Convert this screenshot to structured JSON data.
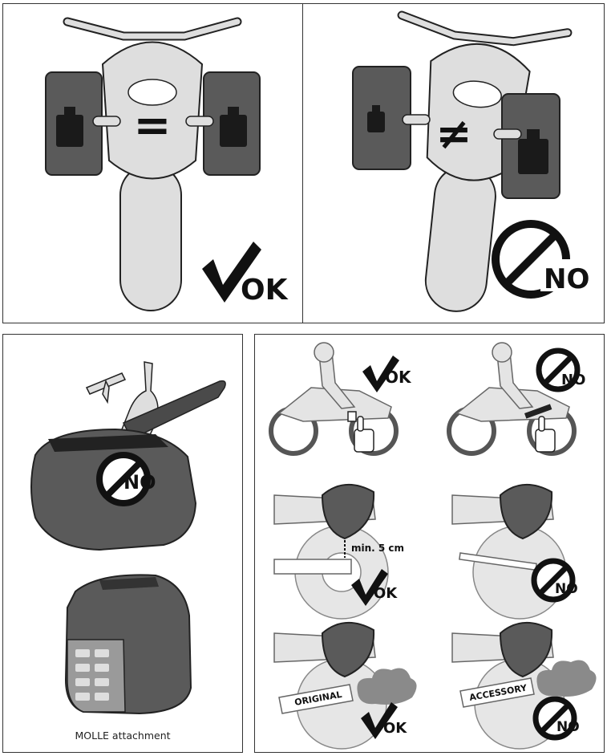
{
  "panels": {
    "balance_ok": {
      "symbol": "=",
      "verdict": "OK"
    },
    "balance_no": {
      "symbol": "≠",
      "verdict": "NO"
    },
    "bag_contents": {
      "verdict": "NO",
      "caption": "MOLLE attachment"
    },
    "installation": {
      "rider_ok": "OK",
      "rider_no": "NO",
      "distance_label": "min. 5 cm",
      "distance_ok": "OK",
      "distance_no": "NO",
      "exhaust_original_label": "ORIGINAL",
      "exhaust_original_verdict": "OK",
      "exhaust_accessory_label": "ACCESSORY",
      "exhaust_accessory_verdict": "NO"
    }
  },
  "colors": {
    "outline": "#222222",
    "bike_fill": "#dedede",
    "bag_fill": "#5a5a5a",
    "weight_fill": "#1a1a1a",
    "smoke_fill": "#8a8a8a"
  },
  "icons": [
    "checkmark-icon",
    "prohibited-icon",
    "weight-icon",
    "pointing-hand-icon",
    "knife-icon",
    "bottle-icon"
  ]
}
